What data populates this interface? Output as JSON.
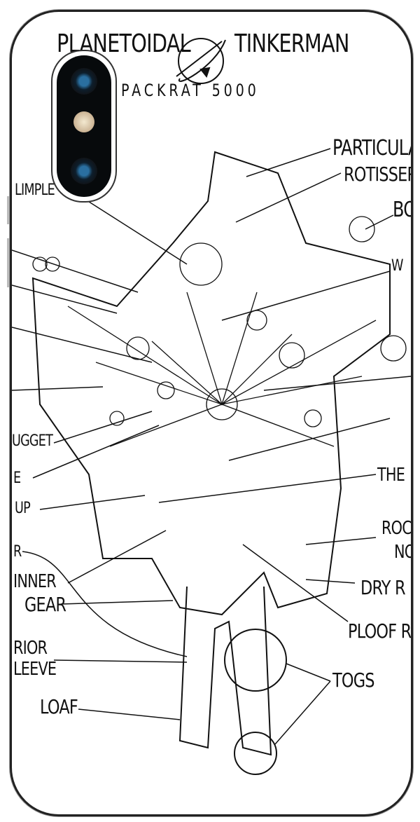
{
  "title": {
    "left": "PLANETOIDAL",
    "right": "TINKERMAN",
    "subtitle": "PACKRAT 5000"
  },
  "labels": {
    "particular": "PARTICULAR",
    "rotisser": "ROTISSER",
    "bo": "BO",
    "limple": "LIMPLE",
    "w": "W",
    "nugget": "UGGET",
    "e": "E",
    "up": "UP",
    "the": "THE",
    "rock1": "ROCK",
    "rock2": "NO",
    "dry": "DRY R",
    "ploof": "PLOOF R",
    "togs": "TOGS",
    "r": "R",
    "inner": "INNER",
    "gear": "GEAR",
    "sleeve1": "RIOR",
    "sleeve2": "LEEVE",
    "loaf": "LOAF"
  }
}
